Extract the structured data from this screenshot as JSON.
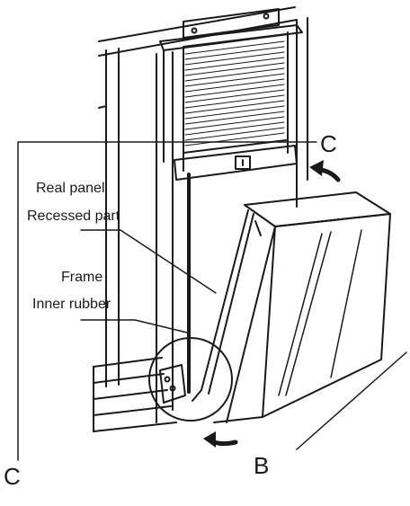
{
  "labels": {
    "real_panel": "Real panel",
    "recessed_part": "Recessed part",
    "frame": "Frame",
    "inner_rubber": "Inner rubber",
    "c_top": "C",
    "c_bottom": "C",
    "b": "B"
  },
  "colors": {
    "ink": "#1a1a1a",
    "background": "#ffffff"
  }
}
